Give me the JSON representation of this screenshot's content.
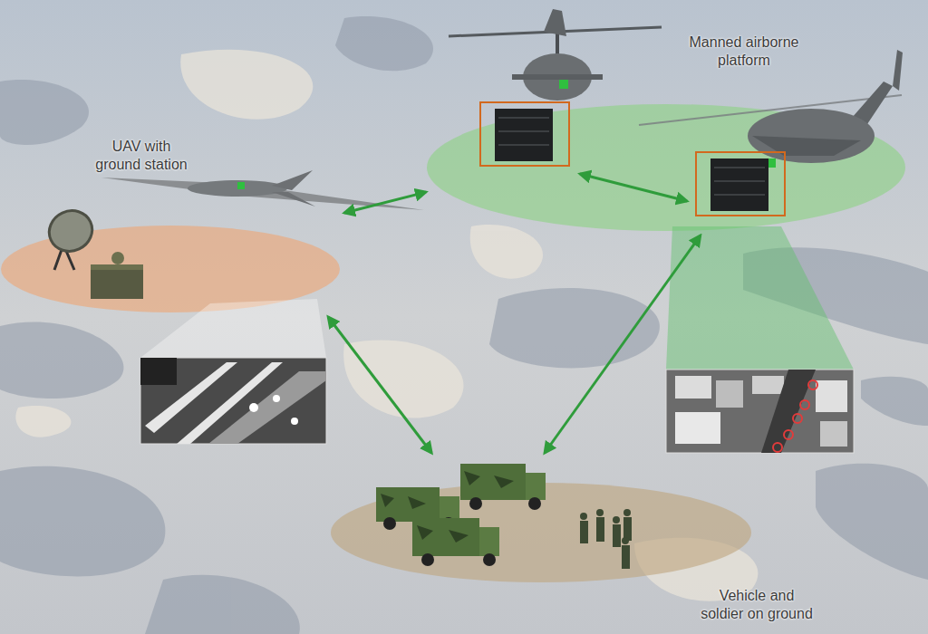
{
  "diagram": {
    "nodes": [
      {
        "text": [
          "Manned airborne platform"
        ]
      },
      {
        "text": [
          "UAV with ground station"
        ]
      },
      {
        "text": [
          "Vehicle and soldier on ground"
        ]
      }
    ],
    "edges": [
      {
        "from": 1,
        "to": 0,
        "arrow": "both"
      },
      {
        "from": 1,
        "to": 2,
        "arrow": "both"
      },
      {
        "from": 2,
        "to": 0,
        "arrow": "both"
      }
    ]
  }
}
